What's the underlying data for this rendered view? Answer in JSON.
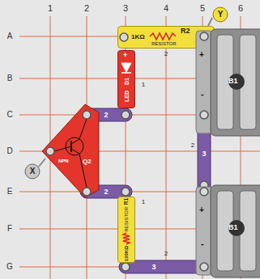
{
  "diagram": {
    "nodes": [
      {
        "text": [
          "1KΩ",
          "R2",
          "RESISTOR"
        ]
      },
      {
        "text": [
          "B1",
          "+",
          "-"
        ]
      },
      {
        "text": [
          "+",
          "D1",
          "LED"
        ]
      },
      {
        "text": [
          "Q2",
          "NPN"
        ]
      },
      {
        "text": [
          "B1",
          "+",
          "-"
        ]
      },
      {
        "text": [
          "R1",
          "RESISTOR",
          "100KΩ"
        ]
      }
    ],
    "labels": [
      "1",
      "2",
      "3",
      "4",
      "5",
      "6",
      "A",
      "B",
      "C",
      "D",
      "E",
      "F",
      "G",
      "Y",
      "X",
      "2",
      "2",
      "3",
      "2",
      "3",
      "2",
      "2",
      "1",
      "1"
    ]
  }
}
